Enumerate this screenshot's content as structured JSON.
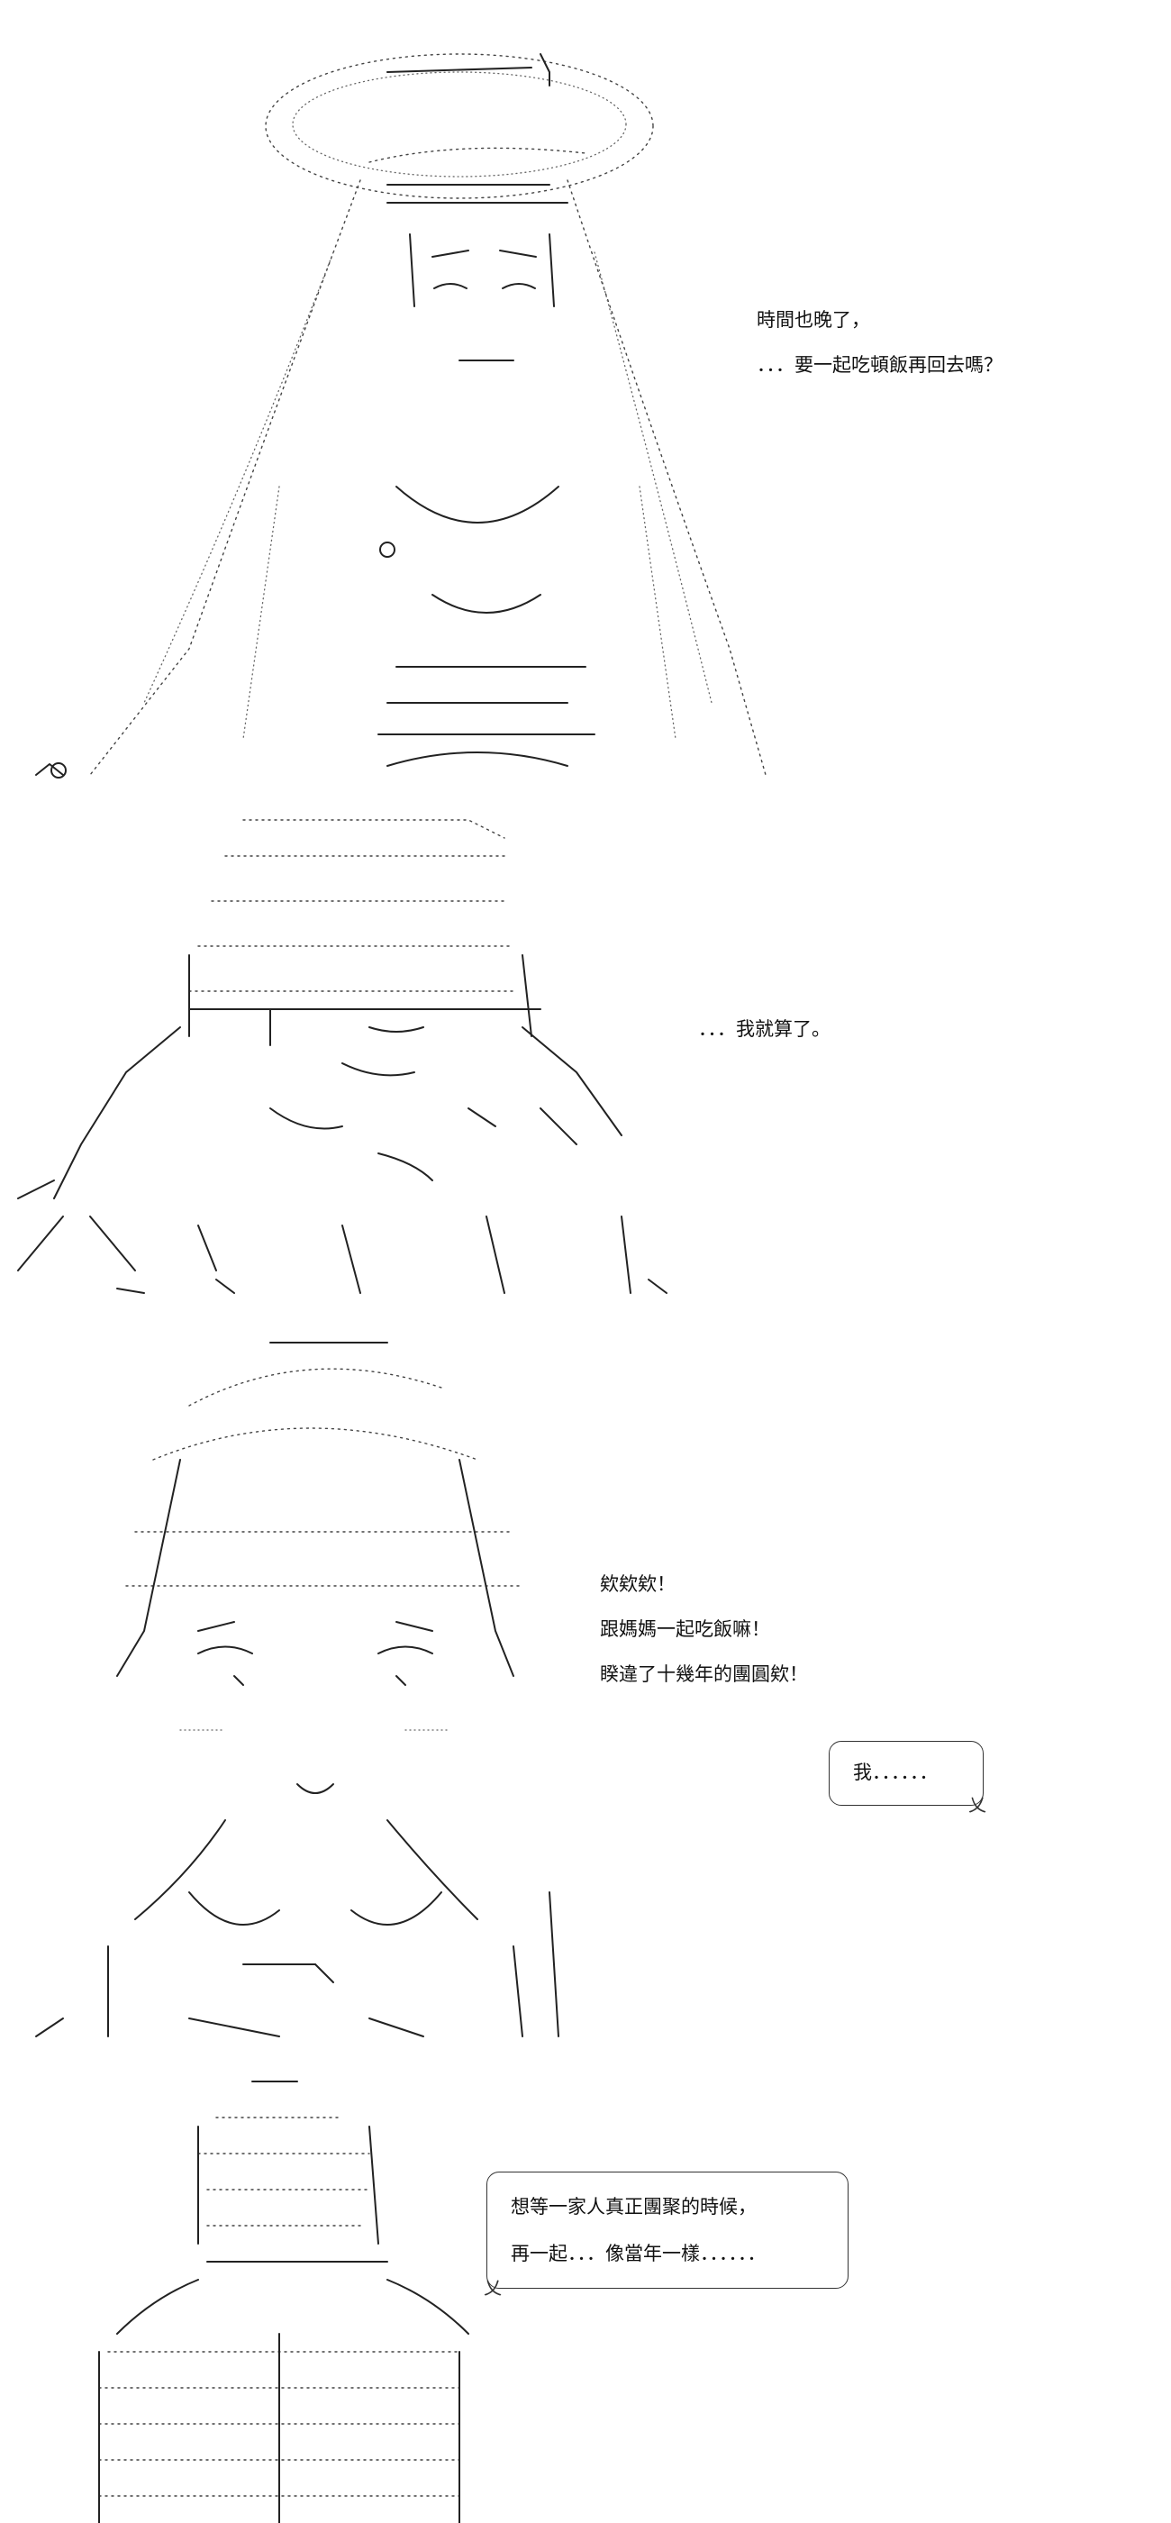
{
  "panels": [
    {
      "lines": [
        "時間也晚了，",
        "．．．要一起吃頓飯再回去嗎？"
      ],
      "art": "hat-figure-icon"
    },
    {
      "lines": [
        "．．．我就算了。"
      ],
      "art": "turned-figure-icon"
    },
    {
      "lines": [
        "欸欸欸！",
        "跟媽媽一起吃飯嘛！",
        "睽違了十幾年的團圓欸！"
      ],
      "bubble": [
        "我．．．．．．"
      ],
      "art": "smiling-girl-icon"
    },
    {
      "bubble": [
        "想等一家人真正團聚的時候，",
        "再一起．．．像當年一樣．．．．．．"
      ],
      "art": "back-figure-icon"
    }
  ]
}
